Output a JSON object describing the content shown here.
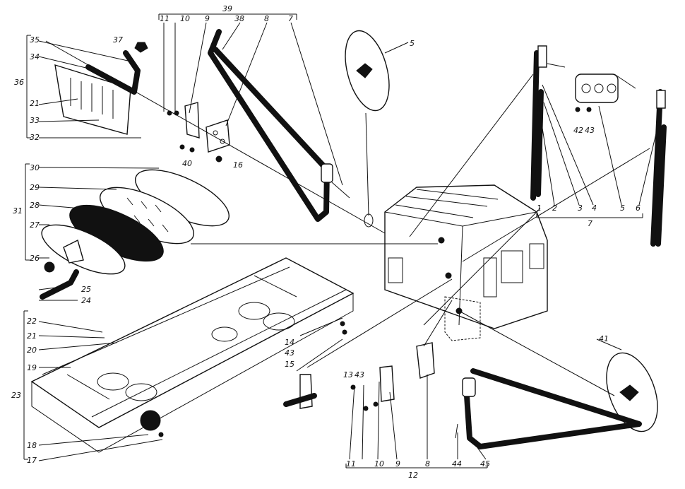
{
  "labels": {
    "l1": "1",
    "l2": "2",
    "l3": "3",
    "l4": "4",
    "l5": "5",
    "l6": "6",
    "l7": "7",
    "l5m": "5",
    "l39": "39",
    "l11a": "11",
    "l10a": "10",
    "l9a": "9",
    "l38": "38",
    "l8a": "8",
    "l7a": "7",
    "l37": "37",
    "l35": "35",
    "l34": "34",
    "l36": "36",
    "l21a": "21",
    "l33": "33",
    "l32": "32",
    "l40": "40",
    "l16a": "16",
    "l30": "30",
    "l29": "29",
    "l28": "28",
    "l31": "31",
    "l27": "27",
    "l26": "26",
    "l25": "25",
    "l24": "24",
    "l42": "42",
    "l43a": "43",
    "l22": "22",
    "l21b": "21",
    "l20": "20",
    "l19": "19",
    "l23": "23",
    "l18": "18",
    "l17": "17",
    "l14": "14",
    "l43b": "43",
    "l15": "15",
    "l13": "13",
    "l43c": "43",
    "l11b": "11",
    "l10b": "10",
    "l9b": "9",
    "l8b": "8",
    "l12": "12",
    "l44": "44",
    "l45": "45",
    "l41": "41"
  }
}
